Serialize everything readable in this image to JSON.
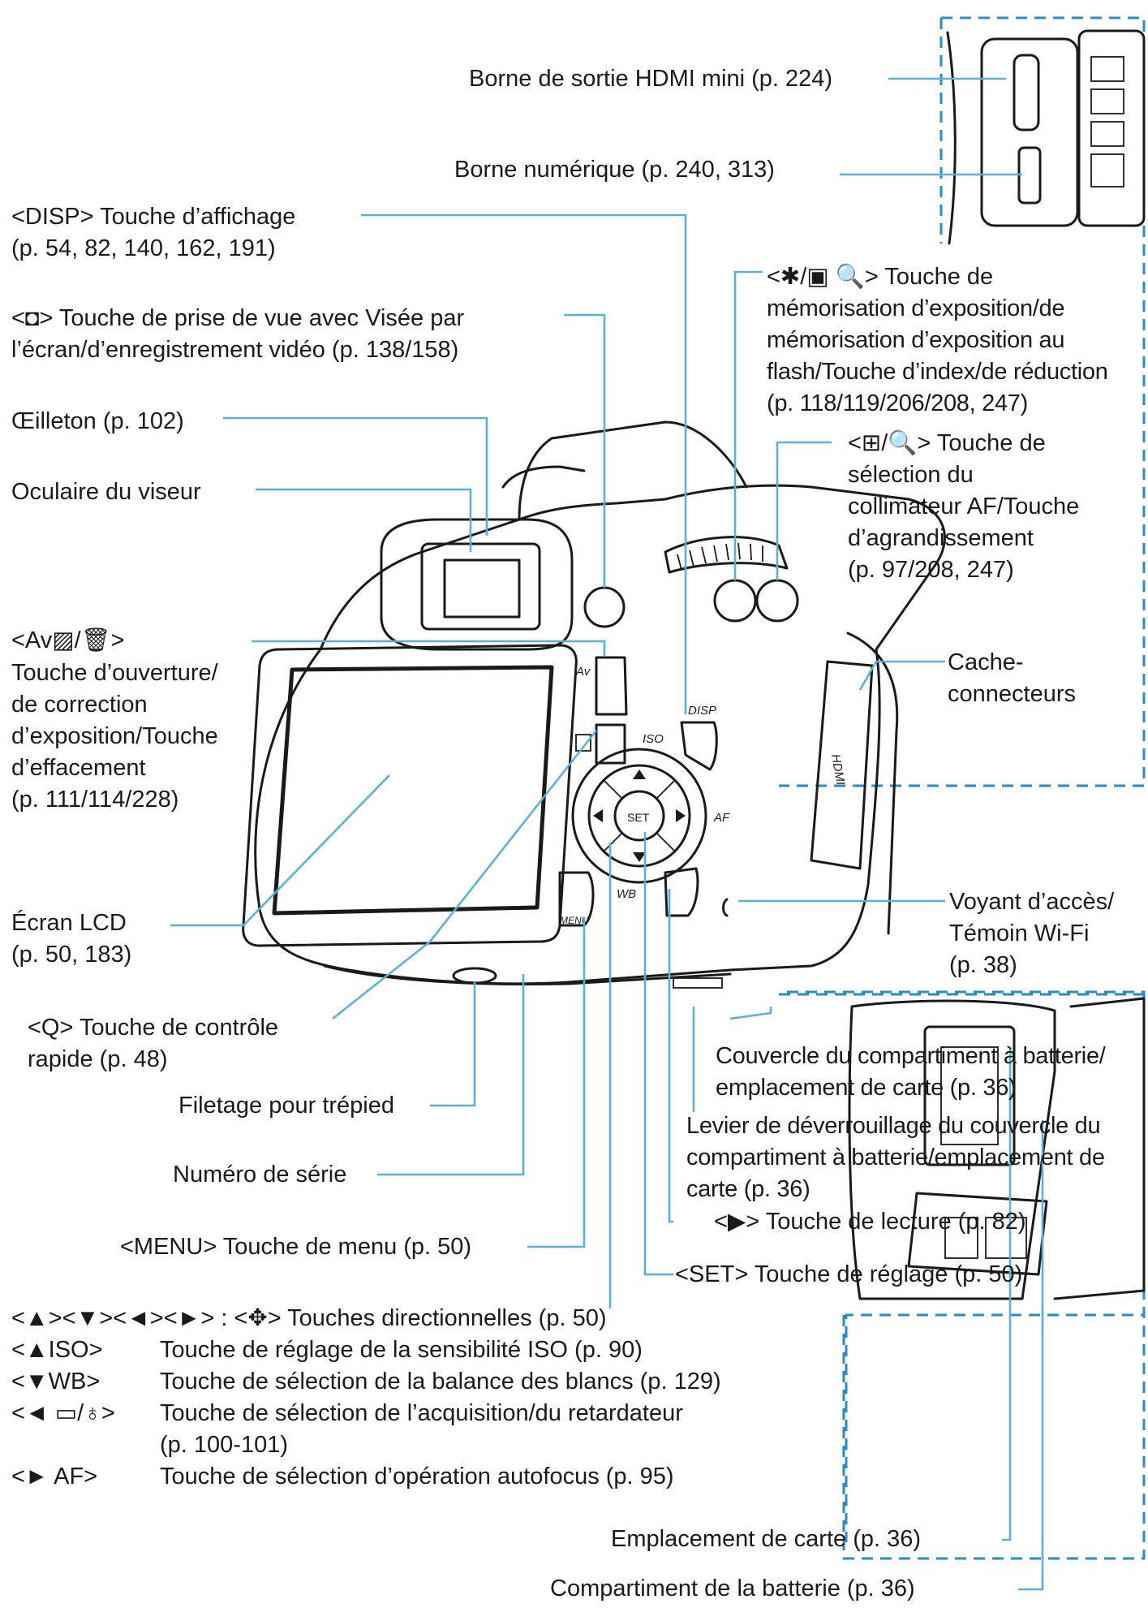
{
  "labels": {
    "hdmi": "Borne de sortie HDMI mini (p. 224)",
    "digital": "Borne numérique (p. 240, 313)",
    "disp_line1": "<DISP> Touche d’affichage",
    "disp_line2": "(p. 54, 82, 140, 162, 191)",
    "liveview_line1": "<◘> Touche de prise de vue avec Visée par",
    "liveview_line2": "l’écran/d’enregistrement vidéo (p. 138/158)",
    "eyecup": "Œilleton (p. 102)",
    "eyepiece": "Oculaire du viseur",
    "ae_lock_line1": "<✱/▣ 🔍> Touche de",
    "ae_lock_line2": "mémorisation d’exposition/de",
    "ae_lock_line3": "mémorisation d’exposition au",
    "ae_lock_line4": "flash/Touche d’index/de réduction",
    "ae_lock_line5": "(p. 118/119/206/208, 247)",
    "af_point_line1": "<⊞/🔍> Touche de",
    "af_point_line2": "sélection du",
    "af_point_line3": "collimateur AF/Touche",
    "af_point_line4": "d’agrandissement",
    "af_point_line5": "(p. 97/208, 247)",
    "aperture_line1": "<Av▨/🗑>",
    "aperture_line2": "Touche d’ouverture/",
    "aperture_line3": "de correction",
    "aperture_line4": "d’exposition/Touche",
    "aperture_line5": "d’effacement",
    "aperture_line6": "(p. 111/114/228)",
    "cover_line1": "Cache-",
    "cover_line2": "connecteurs",
    "lcd_line1": "Écran LCD",
    "lcd_line2": "(p. 50, 183)",
    "access_line1": "Voyant d’accès/",
    "access_line2": "Témoin Wi-Fi",
    "access_line3": "(p. 38)",
    "quick_line1": "<Q> Touche de contrôle",
    "quick_line2": "rapide (p. 48)",
    "battery_cover_line1": "Couvercle du compartiment à batterie/",
    "battery_cover_line2": "emplacement de carte (p. 36)",
    "tripod": "Filetage pour trépied",
    "release_line1": "Levier de déverrouillage du couvercle du",
    "release_line2": "compartiment à batterie/emplacement de",
    "release_line3": "carte (p. 36)",
    "serial": "Numéro de série",
    "playback": "<▶> Touche de lecture (p. 82)",
    "menu": "<MENU> Touche de menu (p. 50)",
    "set": "<SET> Touche de réglage (p. 50)",
    "card_slot": "Emplacement de carte (p. 36)",
    "battery_comp": "Compartiment de la batterie (p. 36)"
  },
  "directional": [
    {
      "key": "<▲><▼><◄><►> : <✥> Touches directionnelles (p. 50)",
      "desc": ""
    },
    {
      "key": "<▲ISO>",
      "desc": "Touche de réglage de la sensibilité ISO (p. 90)"
    },
    {
      "key": "<▼WB>",
      "desc": "Touche de sélection de la balance des blancs (p. 129)"
    },
    {
      "key": "<◄ ▭/♁>",
      "desc": "Touche de sélection de l’acquisition/du retardateur"
    },
    {
      "key": "",
      "desc": "(p. 100-101)"
    },
    {
      "key": "<► AF>",
      "desc": "Touche de sélection d’opération autofocus (p. 95)"
    }
  ],
  "camera_marks": {
    "disp": "DISP",
    "iso": "ISO",
    "af": "AF",
    "set": "SET",
    "wb": "WB",
    "menu": "MENU",
    "av": "Av",
    "hdmi": "HDMI"
  },
  "colors": {
    "leader": "#5ab0d8",
    "dashed_frame": "#2a8cc4",
    "text": "#1a1a1a"
  }
}
